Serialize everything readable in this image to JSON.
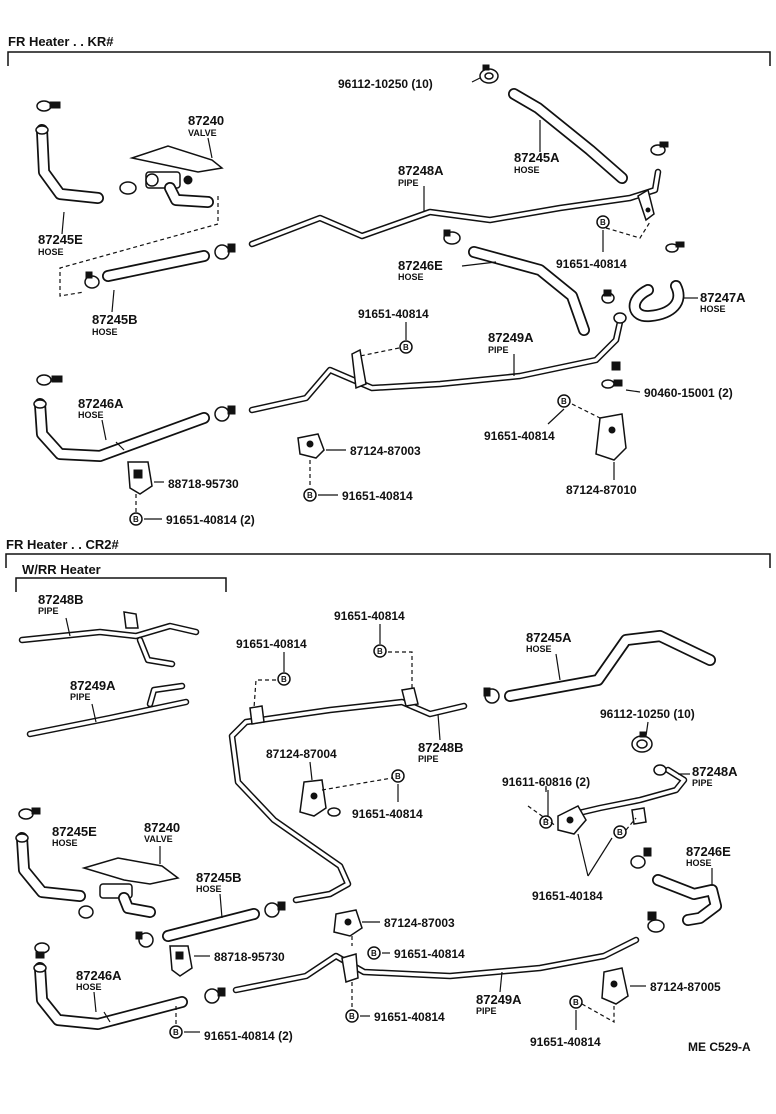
{
  "sections": {
    "top_title": "FR Heater . . KR#",
    "bottom_title": "FR Heater . . CR2#",
    "sub_title": "W/RR Heater"
  },
  "labels": {
    "t_96112": "96112-10250 (10)",
    "t_87240": "87240",
    "t_87240_sub": "VALVE",
    "t_87245A": "87245A",
    "t_87245A_sub": "HOSE",
    "t_87245E": "87245E",
    "t_87245E_sub": "HOSE",
    "t_87248A": "87248A",
    "t_87248A_sub": "PIPE",
    "t_87246E": "87246E",
    "t_87246E_sub": "HOSE",
    "t_91651_a": "91651-40814",
    "t_87245B": "87245B",
    "t_87245B_sub": "HOSE",
    "t_87247A": "87247A",
    "t_87247A_sub": "HOSE",
    "t_91651_b": "91651-40814",
    "t_87249A": "87249A",
    "t_87249A_sub": "PIPE",
    "t_90460": "90460-15001 (2)",
    "t_87246A": "87246A",
    "t_87246A_sub": "HOSE",
    "t_91651_c": "91651-40814",
    "t_87124_87003": "87124-87003",
    "t_88718": "88718-95730",
    "t_91651_d": "91651-40814",
    "t_87124_87010": "87124-87010",
    "t_91651_e": "91651-40814 (2)",
    "b_87248B_w": "87248B",
    "b_87248B_w_sub": "PIPE",
    "b_87249A_w": "87249A",
    "b_87249A_w_sub": "PIPE",
    "b_91651_a": "91651-40814",
    "b_91651_b": "91651-40814",
    "b_87245A": "87245A",
    "b_87245A_sub": "HOSE",
    "b_96112": "96112-10250 (10)",
    "b_87124_87004": "87124-87004",
    "b_87248B": "87248B",
    "b_87248B_sub": "PIPE",
    "b_91611": "91611-60816 (2)",
    "b_87248A": "87248A",
    "b_87248A_sub": "PIPE",
    "b_91651_c": "91651-40814",
    "b_87245E": "87245E",
    "b_87245E_sub": "HOSE",
    "b_87240": "87240",
    "b_87240_sub": "VALVE",
    "b_87246E": "87246E",
    "b_87246E_sub": "HOSE",
    "b_87245B": "87245B",
    "b_87245B_sub": "HOSE",
    "b_91651_40184": "91651-40184",
    "b_87124_87003": "87124-87003",
    "b_88718": "88718-95730",
    "b_91651_d": "91651-40814",
    "b_87246A": "87246A",
    "b_87246A_sub": "HOSE",
    "b_87249A": "87249A",
    "b_87249A_sub": "PIPE",
    "b_87124_87005": "87124-87005",
    "b_91651_e": "91651-40814",
    "b_91651_f": "91651-40814 (2)",
    "b_91651_g": "91651-40814",
    "ref_code": "ME C529-A"
  },
  "bolt_mark": "B"
}
